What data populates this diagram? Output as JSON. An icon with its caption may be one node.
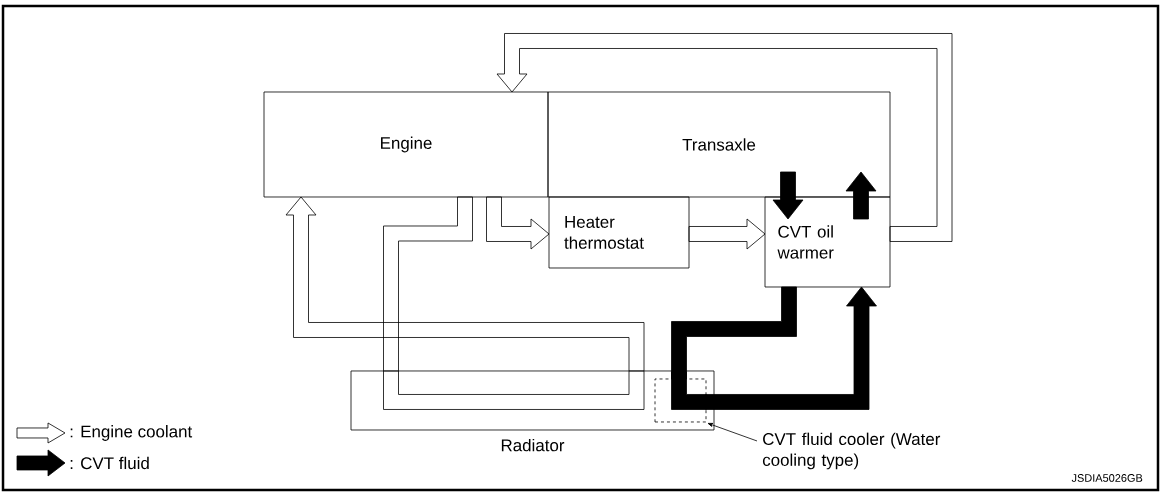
{
  "diagram": {
    "nodes": [
      {
        "text": [
          "Engine"
        ]
      },
      {
        "text": [
          "Transaxle"
        ]
      },
      {
        "text": [
          "Heater thermostat"
        ]
      },
      {
        "text": [
          "CVT oil warmer"
        ]
      },
      {
        "text": [
          "Radiator"
        ]
      },
      {
        "text": [],
        "shape": "box",
        "in": 4
      },
      {
        "text": [
          "CVT fluid cooler (Water cooling type)"
        ]
      }
    ],
    "edges": [
      {
        "from": 0,
        "to": 2,
        "arrow": "to"
      },
      {
        "from": 2,
        "to": 3,
        "arrow": "to"
      },
      {
        "from": 3,
        "to": 0,
        "arrow": "to"
      },
      {
        "from": 0,
        "to": 4,
        "arrow": "none"
      },
      {
        "from": 4,
        "to": 0,
        "arrow": "to"
      },
      {
        "from": 1,
        "to": 3,
        "arrow": "to",
        "style": "thick"
      },
      {
        "from": 3,
        "to": 1,
        "arrow": "to",
        "style": "thick"
      },
      {
        "from": 3,
        "to": 5,
        "arrow": "none",
        "style": "thick"
      },
      {
        "from": 5,
        "to": 3,
        "arrow": "to",
        "style": "thick"
      },
      {
        "from": 6,
        "to": 5,
        "arrow": "to"
      }
    ],
    "labels": [
      "JSDIA5026GB"
    ],
    "legend": [
      {
        "text": ": Engine coolant"
      },
      {
        "text": ": CVT fluid"
      }
    ]
  }
}
